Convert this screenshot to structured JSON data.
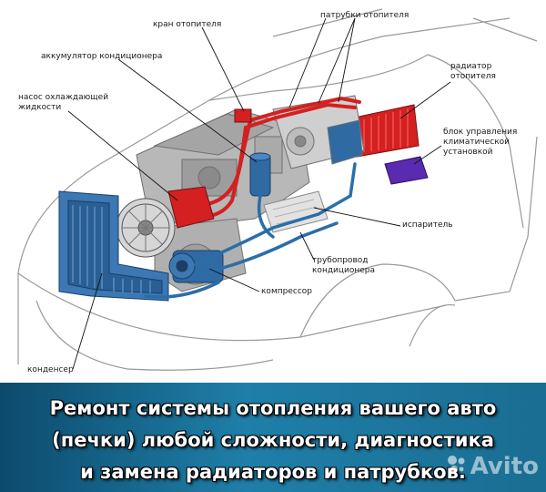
{
  "labels": {
    "heater_valve": "кран отопителя",
    "heater_pipes": "патрубки отопителя",
    "ac_accumulator": "аккумулятор кондиционера",
    "heater_radiator": "радиатор\nотопителя",
    "coolant_pump": "насос охлаждающей\nжидкости",
    "climate_control": "блок управления\nклиматической\nустановкой",
    "evaporator": "испаритель",
    "ac_pipeline": "трубопровод\nкондиционера",
    "compressor": "компрессор",
    "condenser": "конденсер"
  },
  "banner": {
    "line1": "Ремонт системы отопления вашего авто",
    "line2": "(печки) любой сложности, диагностика",
    "line3": "и замена радиаторов и патрубков."
  },
  "watermark": "Avito",
  "colors": {
    "hot_red": "#d42020",
    "cold_blue": "#2a6ea8",
    "module_purple": "#5a2ab0",
    "banner_blue": "#1f7fa8"
  }
}
